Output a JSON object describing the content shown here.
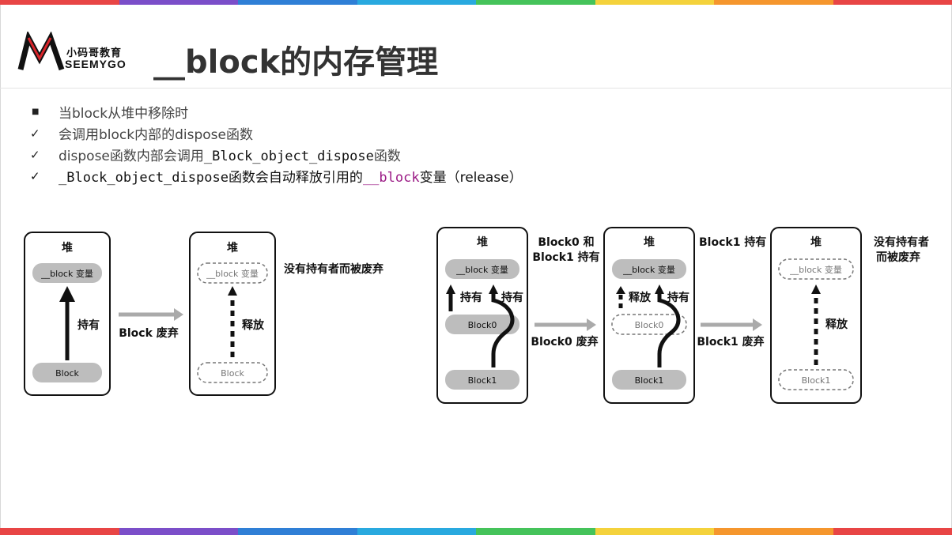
{
  "stripe_colors": [
    "#e84545",
    "#7b4ec9",
    "#2f7fd6",
    "#29a9df",
    "#45c35a",
    "#f4d23c",
    "#f5962d",
    "#e84545"
  ],
  "logo": {
    "cn": "小码哥教育",
    "en": "SEEMYGO"
  },
  "title": "__block的内存管理",
  "bullets": [
    {
      "mark": "■",
      "parts": [
        {
          "t": "当block从堆中移除时"
        }
      ]
    },
    {
      "mark": "✓",
      "parts": [
        {
          "t": "会调用block内部的dispose函数"
        }
      ]
    },
    {
      "mark": "✓",
      "parts": [
        {
          "t": "dispose函数内部会调用"
        },
        {
          "t": "_Block_object_dispose",
          "code": true
        },
        {
          "t": "函数"
        }
      ]
    },
    {
      "mark": "✓",
      "parts": [
        {
          "t": "_Block_object_dispose",
          "code": true
        },
        {
          "t": "函数会自动释放引用的"
        },
        {
          "t": "__block",
          "code": true,
          "purple": true
        },
        {
          "t": "变量（release）"
        }
      ]
    }
  ],
  "diagram1": {
    "box1": {
      "title": "堆",
      "var_pill": "__block 变量",
      "block_pill": "Block",
      "arrow_label": "持有"
    },
    "transition": "Block 废弃",
    "box2": {
      "title": "堆",
      "var_pill": "__block 变量",
      "block_pill": "Block",
      "arrow_label": "释放"
    },
    "note": "没有持有者而被废弃"
  },
  "diagram2": {
    "box1": {
      "title": "堆",
      "var_pill": "__block 变量",
      "block0": "Block0",
      "block1": "Block1",
      "label_left": "持有",
      "label_right": "持有"
    },
    "note1": [
      "Block0 和",
      "Block1 持有"
    ],
    "transition1": "Block0 废弃",
    "box2": {
      "title": "堆",
      "var_pill": "__block 变量",
      "block0": "Block0",
      "block1": "Block1",
      "label_left": "释放",
      "label_right": "持有"
    },
    "note2": "Block1 持有",
    "transition2": "Block1 废弃",
    "box3": {
      "title": "堆",
      "var_pill": "__block 变量",
      "block1": "Block1",
      "arrow_label": "释放"
    },
    "note3": [
      "没有持有者",
      "而被废弃"
    ]
  }
}
